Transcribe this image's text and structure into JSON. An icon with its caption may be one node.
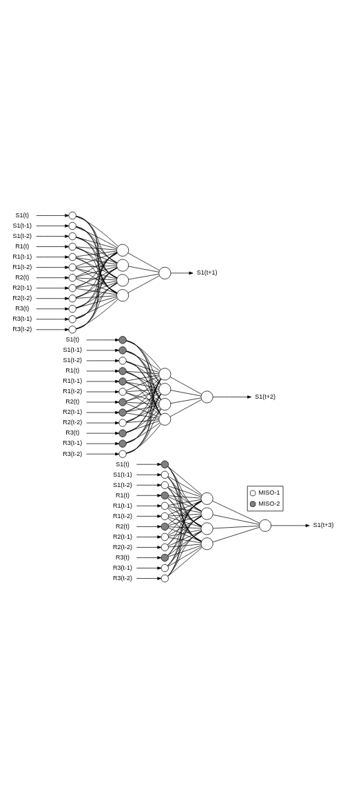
{
  "diagram": {
    "nodes": [
      {
        "text": [
          "S1(t)"
        ]
      },
      {
        "text": [
          "S1(t-1)"
        ]
      },
      {
        "text": [
          "S1(t-2)"
        ]
      },
      {
        "text": [
          "R1(t)"
        ]
      },
      {
        "text": [
          "R1(t-1)"
        ]
      },
      {
        "text": [
          "R1(t-2)"
        ]
      },
      {
        "text": [
          "R2(t)"
        ]
      },
      {
        "text": [
          "R2(t-1)"
        ]
      },
      {
        "text": [
          "R2(t-2)"
        ]
      },
      {
        "text": [
          "R3(t)"
        ]
      },
      {
        "text": [
          "R3(t-1)"
        ]
      },
      {
        "text": [
          "R3(t-2)"
        ]
      },
      {
        "text": [],
        "shape": "circle"
      },
      {
        "text": [],
        "shape": "circle"
      },
      {
        "text": [],
        "shape": "circle"
      },
      {
        "text": [],
        "shape": "circle"
      },
      {
        "text": [],
        "shape": "circle"
      },
      {
        "text": [],
        "shape": "circle"
      },
      {
        "text": [],
        "shape": "circle"
      },
      {
        "text": [],
        "shape": "circle"
      },
      {
        "text": [],
        "shape": "circle"
      },
      {
        "text": [],
        "shape": "circle"
      },
      {
        "text": [],
        "shape": "circle"
      },
      {
        "text": [],
        "shape": "circle"
      },
      {
        "text": [],
        "shape": "circle"
      },
      {
        "text": [],
        "shape": "circle"
      },
      {
        "text": [],
        "shape": "circle"
      },
      {
        "text": [],
        "shape": "circle"
      },
      {
        "text": [],
        "shape": "circle"
      },
      {
        "text": [
          "S1(t+1)"
        ]
      },
      {
        "text": [
          "S1(t)"
        ]
      },
      {
        "text": [
          "S1(t-1)"
        ]
      },
      {
        "text": [
          "S1(t-2)"
        ]
      },
      {
        "text": [
          "R1(t)"
        ]
      },
      {
        "text": [
          "R1(t-1)"
        ]
      },
      {
        "text": [
          "R1(t-2)"
        ]
      },
      {
        "text": [
          "R2(t)"
        ]
      },
      {
        "text": [
          "R2(t-1)"
        ]
      },
      {
        "text": [
          "R2(t-2)"
        ]
      },
      {
        "text": [
          "R3(t)"
        ]
      },
      {
        "text": [
          "R3(t-1)"
        ]
      },
      {
        "text": [
          "R3(t-2)"
        ]
      },
      {
        "text": [],
        "shape": "circle"
      },
      {
        "text": [],
        "shape": "circle"
      },
      {
        "text": [],
        "shape": "circle"
      },
      {
        "text": [],
        "shape": "circle"
      },
      {
        "text": [],
        "shape": "circle"
      },
      {
        "text": [],
        "shape": "circle"
      },
      {
        "text": [],
        "shape": "circle"
      },
      {
        "text": [],
        "shape": "circle"
      },
      {
        "text": [],
        "shape": "circle"
      },
      {
        "text": [],
        "shape": "circle"
      },
      {
        "text": [],
        "shape": "circle"
      },
      {
        "text": [],
        "shape": "circle"
      },
      {
        "text": [],
        "shape": "circle"
      },
      {
        "text": [],
        "shape": "circle"
      },
      {
        "text": [],
        "shape": "circle"
      },
      {
        "text": [],
        "shape": "circle"
      },
      {
        "text": [],
        "shape": "circle"
      },
      {
        "text": [
          "S1(t+2)"
        ]
      },
      {
        "text": [
          "S1(t)"
        ]
      },
      {
        "text": [
          "S1(t-1)"
        ]
      },
      {
        "text": [
          "S1(t-2)"
        ]
      },
      {
        "text": [
          "R1(t)"
        ]
      },
      {
        "text": [
          "R1(t-1)"
        ]
      },
      {
        "text": [
          "R1(t-2)"
        ]
      },
      {
        "text": [
          "R2(t)"
        ]
      },
      {
        "text": [
          "R2(t-1)"
        ]
      },
      {
        "text": [
          "R2(t-2)"
        ]
      },
      {
        "text": [
          "R3(t)"
        ]
      },
      {
        "text": [
          "R3(t-1)"
        ]
      },
      {
        "text": [
          "R3(t-2)"
        ]
      },
      {
        "text": [],
        "shape": "circle"
      },
      {
        "text": [],
        "shape": "circle"
      },
      {
        "text": [],
        "shape": "circle"
      },
      {
        "text": [],
        "shape": "circle"
      },
      {
        "text": [],
        "shape": "circle"
      },
      {
        "text": [],
        "shape": "circle"
      },
      {
        "text": [],
        "shape": "circle"
      },
      {
        "text": [],
        "shape": "circle"
      },
      {
        "text": [],
        "shape": "circle"
      },
      {
        "text": [],
        "shape": "circle"
      },
      {
        "text": [],
        "shape": "circle"
      },
      {
        "text": [],
        "shape": "circle"
      },
      {
        "text": [],
        "shape": "circle"
      },
      {
        "text": [],
        "shape": "circle"
      },
      {
        "text": [],
        "shape": "circle"
      },
      {
        "text": [],
        "shape": "circle"
      },
      {
        "text": [],
        "shape": "circle"
      },
      {
        "text": [
          "S1(t+3)"
        ]
      }
    ],
    "edges": [
      {
        "from": 0,
        "to": 12,
        "arrow": "to"
      },
      {
        "from": 1,
        "to": 13,
        "arrow": "to"
      },
      {
        "from": 2,
        "to": 14,
        "arrow": "to"
      },
      {
        "from": 3,
        "to": 15,
        "arrow": "to"
      },
      {
        "from": 4,
        "to": 16,
        "arrow": "to"
      },
      {
        "from": 5,
        "to": 17,
        "arrow": "to"
      },
      {
        "from": 6,
        "to": 18,
        "arrow": "to"
      },
      {
        "from": 7,
        "to": 19,
        "arrow": "to"
      },
      {
        "from": 8,
        "to": 20,
        "arrow": "to"
      },
      {
        "from": 9,
        "to": 21,
        "arrow": "to"
      },
      {
        "from": 10,
        "to": 22,
        "arrow": "to"
      },
      {
        "from": 11,
        "to": 23,
        "arrow": "to"
      },
      {
        "from": 12,
        "to": 24,
        "arrow": "none"
      },
      {
        "from": 12,
        "to": 25,
        "arrow": "none"
      },
      {
        "from": 12,
        "to": 26,
        "arrow": "none"
      },
      {
        "from": 12,
        "to": 27,
        "arrow": "none"
      },
      {
        "from": 13,
        "to": 24,
        "arrow": "none"
      },
      {
        "from": 13,
        "to": 25,
        "arrow": "none"
      },
      {
        "from": 13,
        "to": 26,
        "arrow": "none"
      },
      {
        "from": 13,
        "to": 27,
        "arrow": "none"
      },
      {
        "from": 14,
        "to": 24,
        "arrow": "none"
      },
      {
        "from": 14,
        "to": 25,
        "arrow": "none"
      },
      {
        "from": 14,
        "to": 26,
        "arrow": "none"
      },
      {
        "from": 14,
        "to": 27,
        "arrow": "none"
      },
      {
        "from": 15,
        "to": 24,
        "arrow": "none"
      },
      {
        "from": 15,
        "to": 25,
        "arrow": "none"
      },
      {
        "from": 15,
        "to": 26,
        "arrow": "none"
      },
      {
        "from": 15,
        "to": 27,
        "arrow": "none"
      },
      {
        "from": 16,
        "to": 24,
        "arrow": "none"
      },
      {
        "from": 16,
        "to": 25,
        "arrow": "none"
      },
      {
        "from": 16,
        "to": 26,
        "arrow": "none"
      },
      {
        "from": 16,
        "to": 27,
        "arrow": "none"
      },
      {
        "from": 17,
        "to": 24,
        "arrow": "none"
      },
      {
        "from": 17,
        "to": 25,
        "arrow": "none"
      },
      {
        "from": 17,
        "to": 26,
        "arrow": "none"
      },
      {
        "from": 17,
        "to": 27,
        "arrow": "none"
      },
      {
        "from": 18,
        "to": 24,
        "arrow": "none"
      },
      {
        "from": 18,
        "to": 25,
        "arrow": "none"
      },
      {
        "from": 18,
        "to": 26,
        "arrow": "none"
      },
      {
        "from": 18,
        "to": 27,
        "arrow": "none"
      },
      {
        "from": 19,
        "to": 24,
        "arrow": "none"
      },
      {
        "from": 19,
        "to": 25,
        "arrow": "none"
      },
      {
        "from": 19,
        "to": 26,
        "arrow": "none"
      },
      {
        "from": 19,
        "to": 27,
        "arrow": "none"
      },
      {
        "from": 20,
        "to": 24,
        "arrow": "none"
      },
      {
        "from": 20,
        "to": 25,
        "arrow": "none"
      },
      {
        "from": 20,
        "to": 26,
        "arrow": "none"
      },
      {
        "from": 20,
        "to": 27,
        "arrow": "none"
      },
      {
        "from": 21,
        "to": 24,
        "arrow": "none"
      },
      {
        "from": 21,
        "to": 25,
        "arrow": "none"
      },
      {
        "from": 21,
        "to": 26,
        "arrow": "none"
      },
      {
        "from": 21,
        "to": 27,
        "arrow": "none"
      },
      {
        "from": 22,
        "to": 24,
        "arrow": "none"
      },
      {
        "from": 22,
        "to": 25,
        "arrow": "none"
      },
      {
        "from": 22,
        "to": 26,
        "arrow": "none"
      },
      {
        "from": 22,
        "to": 27,
        "arrow": "none"
      },
      {
        "from": 23,
        "to": 24,
        "arrow": "none"
      },
      {
        "from": 23,
        "to": 25,
        "arrow": "none"
      },
      {
        "from": 23,
        "to": 26,
        "arrow": "none"
      },
      {
        "from": 23,
        "to": 27,
        "arrow": "none"
      },
      {
        "from": 24,
        "to": 28,
        "arrow": "none"
      },
      {
        "from": 25,
        "to": 28,
        "arrow": "none"
      },
      {
        "from": 26,
        "to": 28,
        "arrow": "none"
      },
      {
        "from": 27,
        "to": 28,
        "arrow": "none"
      },
      {
        "from": 28,
        "to": 29,
        "arrow": "to"
      },
      {
        "from": 30,
        "to": 42,
        "arrow": "to"
      },
      {
        "from": 31,
        "to": 43,
        "arrow": "to"
      },
      {
        "from": 32,
        "to": 44,
        "arrow": "to"
      },
      {
        "from": 33,
        "to": 45,
        "arrow": "to"
      },
      {
        "from": 34,
        "to": 46,
        "arrow": "to"
      },
      {
        "from": 35,
        "to": 47,
        "arrow": "to"
      },
      {
        "from": 36,
        "to": 48,
        "arrow": "to"
      },
      {
        "from": 37,
        "to": 49,
        "arrow": "to"
      },
      {
        "from": 38,
        "to": 50,
        "arrow": "to"
      },
      {
        "from": 39,
        "to": 51,
        "arrow": "to"
      },
      {
        "from": 40,
        "to": 52,
        "arrow": "to"
      },
      {
        "from": 41,
        "to": 53,
        "arrow": "to"
      },
      {
        "from": 42,
        "to": 54,
        "arrow": "none"
      },
      {
        "from": 42,
        "to": 55,
        "arrow": "none"
      },
      {
        "from": 42,
        "to": 56,
        "arrow": "none"
      },
      {
        "from": 42,
        "to": 57,
        "arrow": "none"
      },
      {
        "from": 43,
        "to": 54,
        "arrow": "none"
      },
      {
        "from": 43,
        "to": 55,
        "arrow": "none"
      },
      {
        "from": 43,
        "to": 56,
        "arrow": "none"
      },
      {
        "from": 43,
        "to": 57,
        "arrow": "none"
      },
      {
        "from": 44,
        "to": 54,
        "arrow": "none"
      },
      {
        "from": 44,
        "to": 55,
        "arrow": "none"
      },
      {
        "from": 44,
        "to": 56,
        "arrow": "none"
      },
      {
        "from": 44,
        "to": 57,
        "arrow": "none"
      },
      {
        "from": 45,
        "to": 54,
        "arrow": "none"
      },
      {
        "from": 45,
        "to": 55,
        "arrow": "none"
      },
      {
        "from": 45,
        "to": 56,
        "arrow": "none"
      },
      {
        "from": 45,
        "to": 57,
        "arrow": "none"
      },
      {
        "from": 46,
        "to": 54,
        "arrow": "none"
      },
      {
        "from": 46,
        "to": 55,
        "arrow": "none"
      },
      {
        "from": 46,
        "to": 56,
        "arrow": "none"
      },
      {
        "from": 46,
        "to": 57,
        "arrow": "none"
      },
      {
        "from": 47,
        "to": 54,
        "arrow": "none"
      },
      {
        "from": 47,
        "to": 55,
        "arrow": "none"
      },
      {
        "from": 47,
        "to": 56,
        "arrow": "none"
      },
      {
        "from": 47,
        "to": 57,
        "arrow": "none"
      },
      {
        "from": 48,
        "to": 54,
        "arrow": "none"
      },
      {
        "from": 48,
        "to": 55,
        "arrow": "none"
      },
      {
        "from": 48,
        "to": 56,
        "arrow": "none"
      },
      {
        "from": 48,
        "to": 57,
        "arrow": "none"
      },
      {
        "from": 49,
        "to": 54,
        "arrow": "none"
      },
      {
        "from": 49,
        "to": 55,
        "arrow": "none"
      },
      {
        "from": 49,
        "to": 56,
        "arrow": "none"
      },
      {
        "from": 49,
        "to": 57,
        "arrow": "none"
      },
      {
        "from": 50,
        "to": 54,
        "arrow": "none"
      },
      {
        "from": 50,
        "to": 55,
        "arrow": "none"
      },
      {
        "from": 50,
        "to": 56,
        "arrow": "none"
      },
      {
        "from": 50,
        "to": 57,
        "arrow": "none"
      },
      {
        "from": 51,
        "to": 54,
        "arrow": "none"
      },
      {
        "from": 51,
        "to": 55,
        "arrow": "none"
      },
      {
        "from": 51,
        "to": 56,
        "arrow": "none"
      },
      {
        "from": 51,
        "to": 57,
        "arrow": "none"
      },
      {
        "from": 52,
        "to": 54,
        "arrow": "none"
      },
      {
        "from": 52,
        "to": 55,
        "arrow": "none"
      },
      {
        "from": 52,
        "to": 56,
        "arrow": "none"
      },
      {
        "from": 52,
        "to": 57,
        "arrow": "none"
      },
      {
        "from": 53,
        "to": 54,
        "arrow": "none"
      },
      {
        "from": 53,
        "to": 55,
        "arrow": "none"
      },
      {
        "from": 53,
        "to": 56,
        "arrow": "none"
      },
      {
        "from": 53,
        "to": 57,
        "arrow": "none"
      },
      {
        "from": 54,
        "to": 58,
        "arrow": "none"
      },
      {
        "from": 55,
        "to": 58,
        "arrow": "none"
      },
      {
        "from": 56,
        "to": 58,
        "arrow": "none"
      },
      {
        "from": 57,
        "to": 58,
        "arrow": "none"
      },
      {
        "from": 58,
        "to": 59,
        "arrow": "to"
      },
      {
        "from": 60,
        "to": 72,
        "arrow": "to"
      },
      {
        "from": 61,
        "to": 73,
        "arrow": "to"
      },
      {
        "from": 62,
        "to": 74,
        "arrow": "to"
      },
      {
        "from": 63,
        "to": 75,
        "arrow": "to"
      },
      {
        "from": 64,
        "to": 76,
        "arrow": "to"
      },
      {
        "from": 65,
        "to": 77,
        "arrow": "to"
      },
      {
        "from": 66,
        "to": 78,
        "arrow": "to"
      },
      {
        "from": 67,
        "to": 79,
        "arrow": "to"
      },
      {
        "from": 68,
        "to": 80,
        "arrow": "to"
      },
      {
        "from": 69,
        "to": 81,
        "arrow": "to"
      },
      {
        "from": 70,
        "to": 82,
        "arrow": "to"
      },
      {
        "from": 71,
        "to": 83,
        "arrow": "to"
      },
      {
        "from": 72,
        "to": 84,
        "arrow": "none"
      },
      {
        "from": 72,
        "to": 85,
        "arrow": "none"
      },
      {
        "from": 72,
        "to": 86,
        "arrow": "none"
      },
      {
        "from": 72,
        "to": 87,
        "arrow": "none"
      },
      {
        "from": 73,
        "to": 84,
        "arrow": "none"
      },
      {
        "from": 73,
        "to": 85,
        "arrow": "none"
      },
      {
        "from": 73,
        "to": 86,
        "arrow": "none"
      },
      {
        "from": 73,
        "to": 87,
        "arrow": "none"
      },
      {
        "from": 74,
        "to": 84,
        "arrow": "none"
      },
      {
        "from": 74,
        "to": 85,
        "arrow": "none"
      },
      {
        "from": 74,
        "to": 86,
        "arrow": "none"
      },
      {
        "from": 74,
        "to": 87,
        "arrow": "none"
      },
      {
        "from": 75,
        "to": 84,
        "arrow": "none"
      },
      {
        "from": 75,
        "to": 85,
        "arrow": "none"
      },
      {
        "from": 75,
        "to": 86,
        "arrow": "none"
      },
      {
        "from": 75,
        "to": 87,
        "arrow": "none"
      },
      {
        "from": 76,
        "to": 84,
        "arrow": "none"
      },
      {
        "from": 76,
        "to": 85,
        "arrow": "none"
      },
      {
        "from": 76,
        "to": 86,
        "arrow": "none"
      },
      {
        "from": 76,
        "to": 87,
        "arrow": "none"
      },
      {
        "from": 77,
        "to": 84,
        "arrow": "none"
      },
      {
        "from": 77,
        "to": 85,
        "arrow": "none"
      },
      {
        "from": 77,
        "to": 86,
        "arrow": "none"
      },
      {
        "from": 77,
        "to": 87,
        "arrow": "none"
      },
      {
        "from": 78,
        "to": 84,
        "arrow": "none"
      },
      {
        "from": 78,
        "to": 85,
        "arrow": "none"
      },
      {
        "from": 78,
        "to": 86,
        "arrow": "none"
      },
      {
        "from": 78,
        "to": 87,
        "arrow": "none"
      },
      {
        "from": 79,
        "to": 84,
        "arrow": "none"
      },
      {
        "from": 79,
        "to": 85,
        "arrow": "none"
      },
      {
        "from": 79,
        "to": 86,
        "arrow": "none"
      },
      {
        "from": 79,
        "to": 87,
        "arrow": "none"
      },
      {
        "from": 80,
        "to": 84,
        "arrow": "none"
      },
      {
        "from": 80,
        "to": 85,
        "arrow": "none"
      },
      {
        "from": 80,
        "to": 86,
        "arrow": "none"
      },
      {
        "from": 80,
        "to": 87,
        "arrow": "none"
      },
      {
        "from": 81,
        "to": 84,
        "arrow": "none"
      },
      {
        "from": 81,
        "to": 85,
        "arrow": "none"
      },
      {
        "from": 81,
        "to": 86,
        "arrow": "none"
      },
      {
        "from": 81,
        "to": 87,
        "arrow": "none"
      },
      {
        "from": 82,
        "to": 84,
        "arrow": "none"
      },
      {
        "from": 82,
        "to": 85,
        "arrow": "none"
      },
      {
        "from": 82,
        "to": 86,
        "arrow": "none"
      },
      {
        "from": 82,
        "to": 87,
        "arrow": "none"
      },
      {
        "from": 83,
        "to": 84,
        "arrow": "none"
      },
      {
        "from": 83,
        "to": 85,
        "arrow": "none"
      },
      {
        "from": 83,
        "to": 86,
        "arrow": "none"
      },
      {
        "from": 83,
        "to": 87,
        "arrow": "none"
      },
      {
        "from": 84,
        "to": 88,
        "arrow": "none"
      },
      {
        "from": 85,
        "to": 88,
        "arrow": "none"
      },
      {
        "from": 86,
        "to": 88,
        "arrow": "none"
      },
      {
        "from": 87,
        "to": 88,
        "arrow": "none"
      },
      {
        "from": 88,
        "to": 89,
        "arrow": "to"
      }
    ],
    "legend": [
      {
        "text": "MISO-1",
        "color": "#ffffff"
      },
      {
        "text": "MISO-2",
        "color": "#808080"
      }
    ]
  }
}
